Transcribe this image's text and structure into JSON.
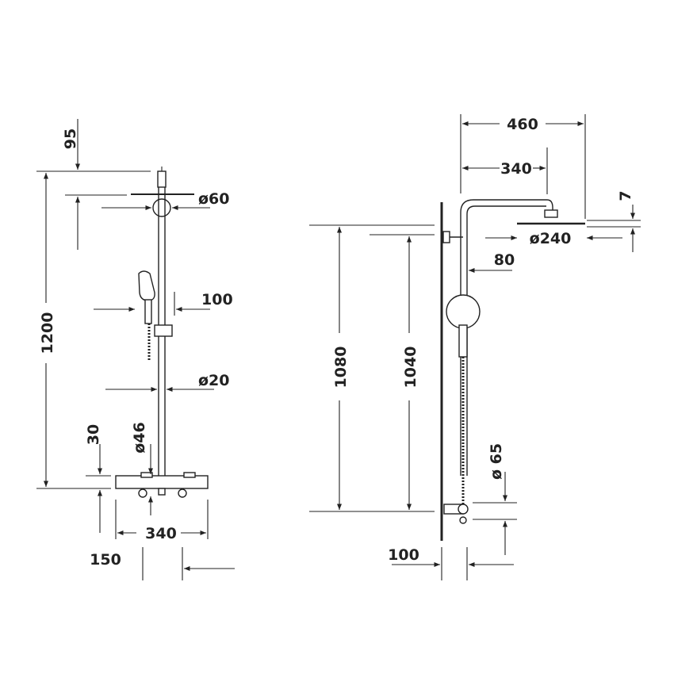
{
  "front_view": {
    "dims": {
      "top_offset": "95",
      "total_height": "1200",
      "head_diameter": "ø60",
      "hand_shower_offset": "100",
      "rod_diameter": "ø20",
      "valve_height": "30",
      "outlet_diameter": "ø46",
      "valve_width": "340",
      "centre_distance": "150"
    }
  },
  "side_view": {
    "dims": {
      "arm_projection": "460",
      "arm_length": "340",
      "head_thickness": "7",
      "head_diameter": "ø240",
      "rod_wall_distance": "80",
      "height_1080": "1080",
      "height_1040": "1040",
      "bottom_diameter": "ø 65",
      "wall_offset": "100"
    }
  },
  "colors": {
    "line": "#222222",
    "background": "#ffffff"
  }
}
